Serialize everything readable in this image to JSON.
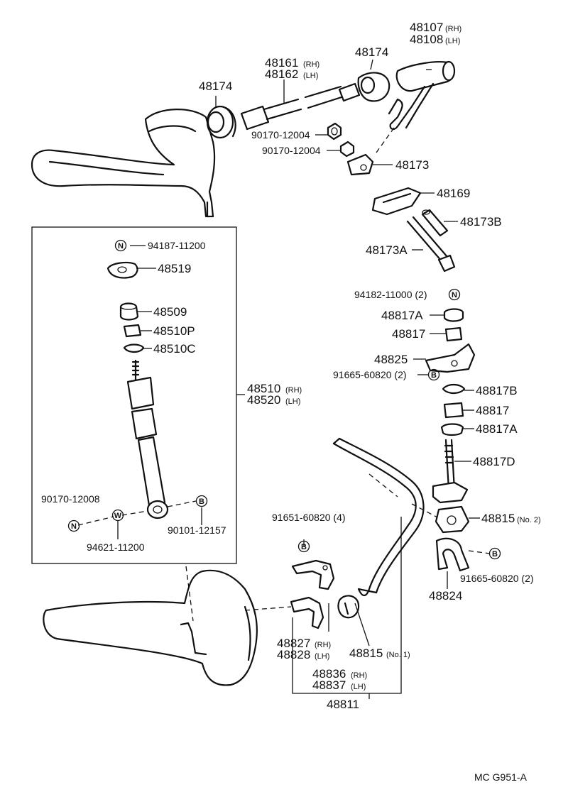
{
  "labels": {
    "p48107": "48107",
    "rh1": "(RH)",
    "p48108": "48108",
    "lh1": "(LH)",
    "p48174a": "48174",
    "p48174b": "48174",
    "p48161": "48161",
    "rh2": "(RH)",
    "p48162": "48162",
    "lh2": "(LH)",
    "p90170a": "90170-12004",
    "p90170b": "90170-12004",
    "p48173": "48173",
    "p48169": "48169",
    "p48173b": "48173B",
    "p48173a": "48173A",
    "p94187": "94187-11200",
    "p48519": "48519",
    "p48509": "48509",
    "p48510p": "48510P",
    "p48510c": "48510C",
    "p48510": "48510",
    "rh3": "(RH)",
    "p48520": "48520",
    "lh3": "(LH)",
    "p94182": "94182-11000 (2)",
    "p48817a1": "48817A",
    "p48817a": "48817",
    "p48825": "48825",
    "p91665a": "91665-60820 (2)",
    "p48817b": "48817B",
    "p48817b2": "48817",
    "p48817a2": "48817A",
    "p48817d": "48817D",
    "p48815n2": "48815",
    "no2": "(No. 2)",
    "p91665b": "91665-60820 (2)",
    "p48824": "48824",
    "p90170c": "90170-12008",
    "p94621": "94621-11200",
    "p90101": "90101-12157",
    "p91651": "91651-60820 (4)",
    "p48827": "48827",
    "rh4": "(RH)",
    "p48828": "48828",
    "lh4": "(LH)",
    "p48815n1": "48815",
    "no1": "(No. 1)",
    "p48836": "48836",
    "rh5": "(RH)",
    "p48837": "48837",
    "lh5": "(LH)",
    "p48811": "48811"
  },
  "symbols": {
    "n": "N",
    "b": "B",
    "w": "W"
  },
  "footer": {
    "code": "MC  G951-A"
  }
}
